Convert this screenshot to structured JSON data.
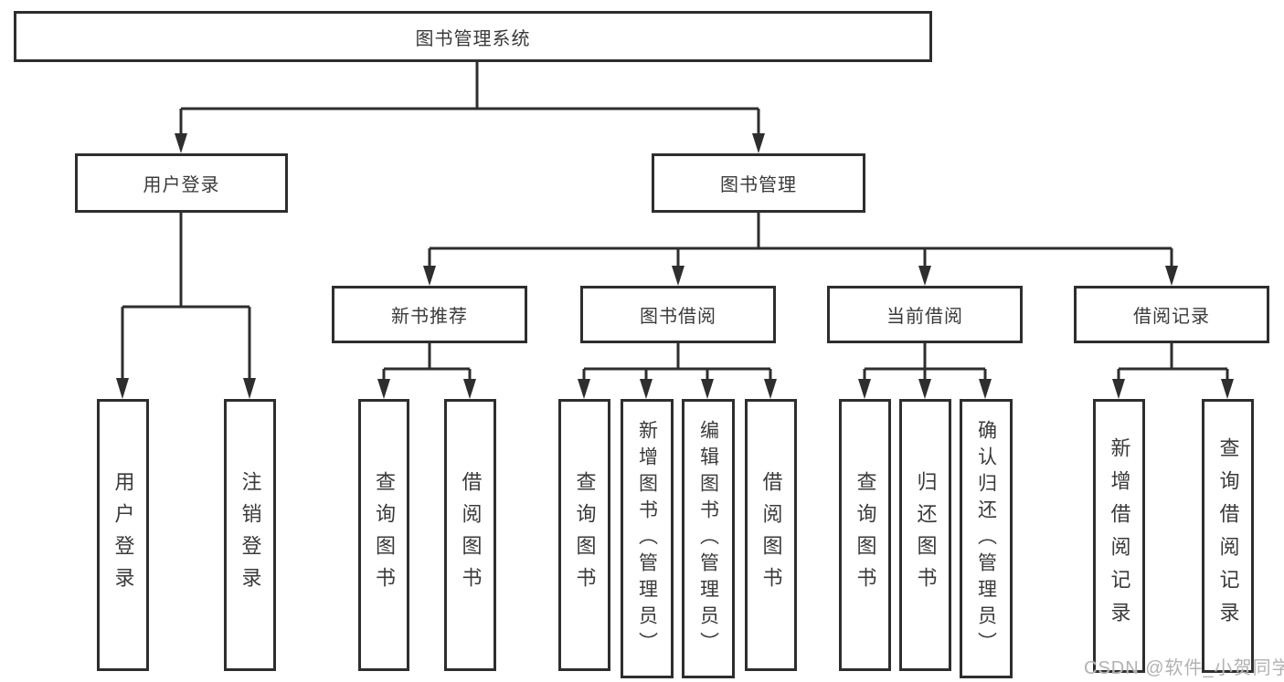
{
  "diagram": {
    "title": "图书管理系统",
    "level2": [
      {
        "label": "用户登录"
      },
      {
        "label": "图书管理"
      }
    ],
    "level3": [
      {
        "label": "新书推荐"
      },
      {
        "label": "图书借阅"
      },
      {
        "label": "当前借阅"
      },
      {
        "label": "借阅记录"
      }
    ],
    "login_children": [
      {
        "label": "用户登录"
      },
      {
        "label": "注销登录"
      }
    ],
    "recommend_children": [
      {
        "label": "查询图书"
      },
      {
        "label": "借阅图书"
      }
    ],
    "borrow_children": [
      {
        "label": "查询图书"
      },
      {
        "label": "新增图书（管理员）"
      },
      {
        "label": "编辑图书（管理员）"
      },
      {
        "label": "借阅图书"
      }
    ],
    "current_children": [
      {
        "label": "查询图书"
      },
      {
        "label": "归还图书"
      },
      {
        "label": "确认归还（管理员）"
      }
    ],
    "records_children": [
      {
        "label": "新增借阅记录"
      },
      {
        "label": "查询借阅记录"
      }
    ]
  },
  "watermark": {
    "text": "CSDN @软件_小贺同学"
  },
  "colors": {
    "line": "#2e2e2e",
    "box_border": "#2e2e2e",
    "text": "#3a3a3a",
    "watermark": "#b2b2b2",
    "background": "#ffffff"
  }
}
